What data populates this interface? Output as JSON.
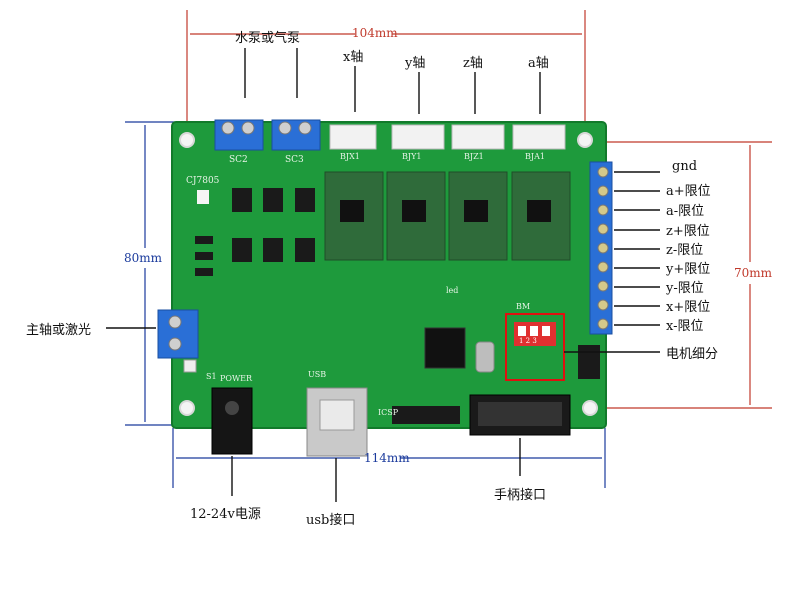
{
  "dimensions": {
    "top_width": "104mm",
    "bottom_width": "114mm",
    "left_height": "80mm",
    "right_height": "70mm"
  },
  "top_labels": {
    "pump": "水泵或气泵",
    "x_axis": "x轴",
    "y_axis": "y轴",
    "z_axis": "z轴",
    "a_axis": "a轴"
  },
  "right_labels": [
    "gnd",
    "a+限位",
    "a-限位",
    "z+限位",
    "z-限位",
    "y+限位",
    "y-限位",
    "x+限位",
    "x-限位"
  ],
  "microstep_label": "电机细分",
  "left_label": "主轴或激光",
  "bottom_labels": {
    "power": "12-24v电源",
    "usb": "usb接口",
    "handle": "手柄接口"
  },
  "board_silk": {
    "cj7805": "CJ7805",
    "sc2": "SC2",
    "sc3": "SC3",
    "bjx1": "BJX1",
    "bjy1": "BJY1",
    "bjz1": "BJZ1",
    "bja1": "BJA1",
    "power": "POWER",
    "usb": "USB",
    "icsp": "ICSP",
    "led": "led",
    "bm": "BM",
    "dip_nums": "1 2 3",
    "s1": "S1"
  },
  "colors": {
    "board": "#1e9a3c",
    "terminal": "#2a6fd6",
    "driver": "#2f6b3a",
    "dip": "#e03030",
    "dim_red": "#c0392b",
    "dim_blue": "#1a3a9c"
  }
}
